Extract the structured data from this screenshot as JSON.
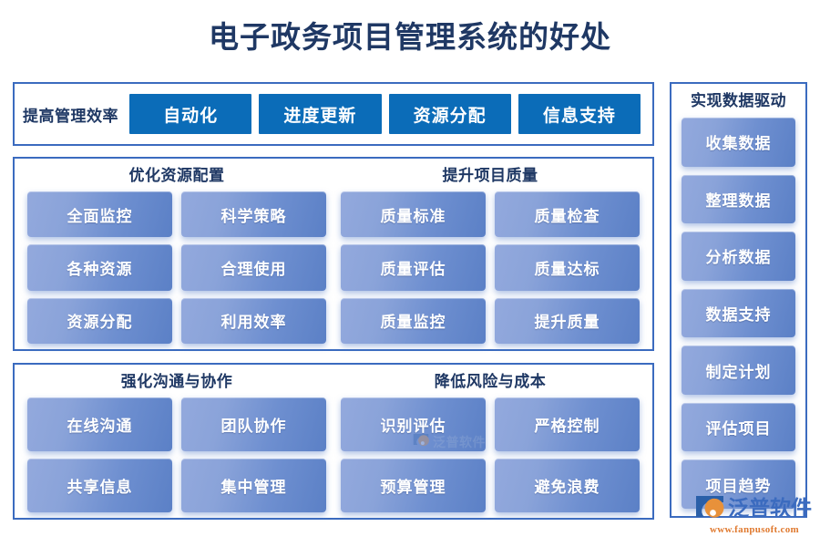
{
  "title": "电子政务项目管理系统的好处",
  "top_row": {
    "label": "提高管理效率",
    "buttons": [
      {
        "label": "自动化"
      },
      {
        "label": "进度更新"
      },
      {
        "label": "资源分配"
      },
      {
        "label": "信息支持"
      }
    ]
  },
  "sections": [
    {
      "id": "optimize-resources",
      "heading": "优化资源配置",
      "items": [
        "全面监控",
        "科学策略",
        "各种资源",
        "合理使用",
        "资源分配",
        "利用效率"
      ]
    },
    {
      "id": "improve-quality",
      "heading": "提升项目质量",
      "items": [
        "质量标准",
        "质量检查",
        "质量评估",
        "质量达标",
        "质量监控",
        "提升质量"
      ]
    },
    {
      "id": "strengthen-communication",
      "heading": "强化沟通与协作",
      "items": [
        "在线沟通",
        "团队协作",
        "共享信息",
        "集中管理"
      ]
    },
    {
      "id": "reduce-risk-cost",
      "heading": "降低风险与成本",
      "items": [
        "识别评估",
        "严格控制",
        "预算管理",
        "避免浪费"
      ]
    }
  ],
  "sidebar": {
    "heading": "实现数据驱动",
    "items": [
      "收集数据",
      "整理数据",
      "分析数据",
      "数据支持",
      "制定计划",
      "评估项目",
      "项目趋势"
    ]
  },
  "logo": {
    "name": "泛普软件",
    "url": "www.fanpusoft.com"
  },
  "watermark": {
    "name": "泛普软件"
  },
  "colors": {
    "title": "#1f3864",
    "panel_border": "#3b6bbf",
    "flat_button": "#0b6cb8",
    "chip_light": "#93a9dd",
    "chip_dark": "#5b80c6",
    "logo_text": "#3b6bbf",
    "logo_url": "#e07a30"
  }
}
